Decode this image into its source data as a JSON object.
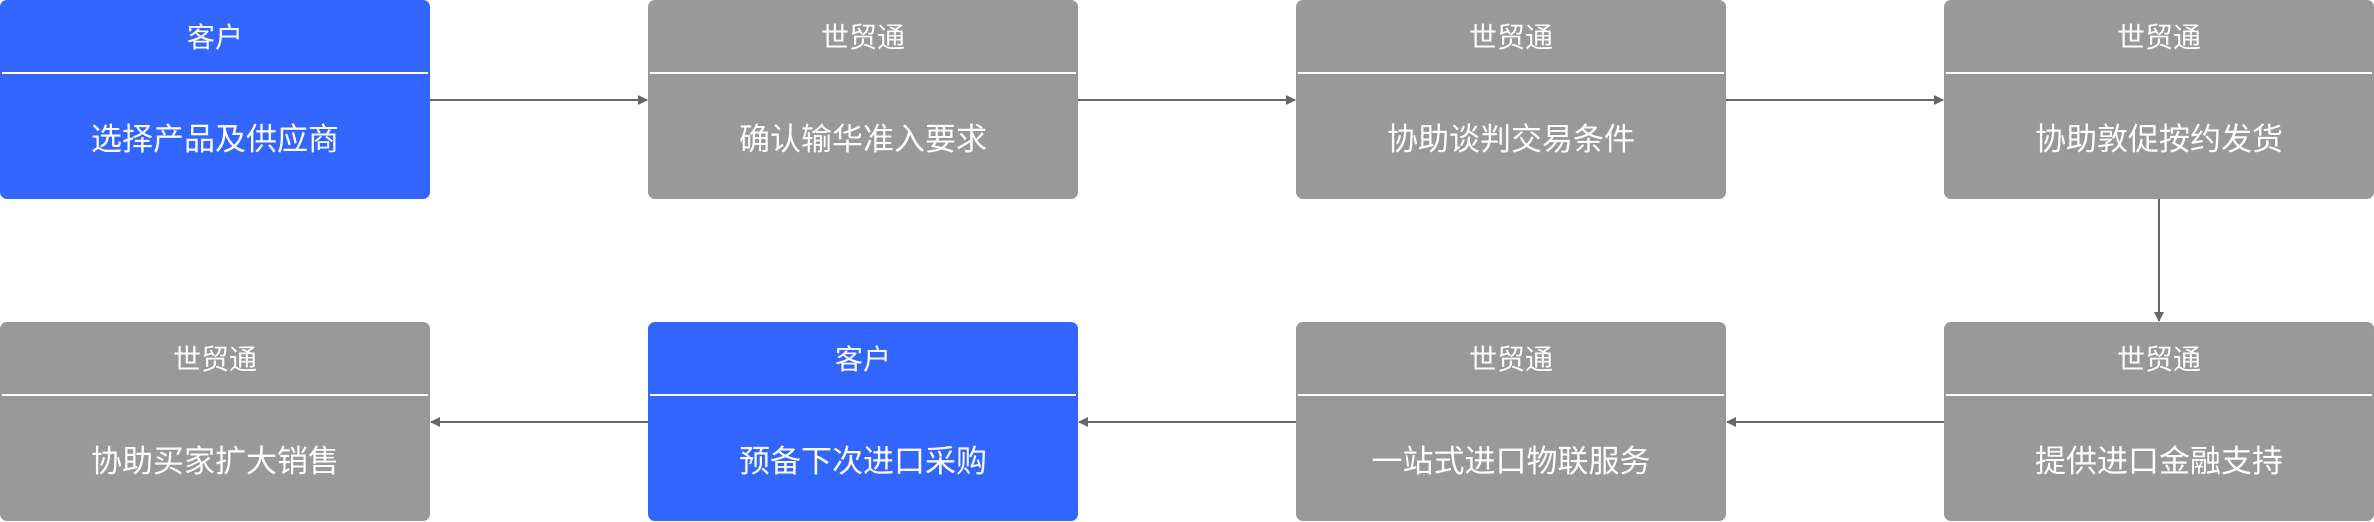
{
  "colors": {
    "customer": "#3366ff",
    "service": "#999999",
    "arrow": "#666666",
    "text": "#ffffff"
  },
  "nodes": [
    {
      "role": "客户",
      "step": "选择产品及供应商",
      "type": "customer"
    },
    {
      "role": "世贸通",
      "step": "确认输华准入要求",
      "type": "service"
    },
    {
      "role": "世贸通",
      "step": "协助谈判交易条件",
      "type": "service"
    },
    {
      "role": "世贸通",
      "step": "协助敦促按约发货",
      "type": "service"
    },
    {
      "role": "世贸通",
      "step": "提供进口金融支持",
      "type": "service"
    },
    {
      "role": "世贸通",
      "step": "一站式进口物联服务",
      "type": "service"
    },
    {
      "role": "客户",
      "step": "预备下次进口采购",
      "type": "customer"
    },
    {
      "role": "世贸通",
      "step": "协助买家扩大销售",
      "type": "service"
    }
  ]
}
